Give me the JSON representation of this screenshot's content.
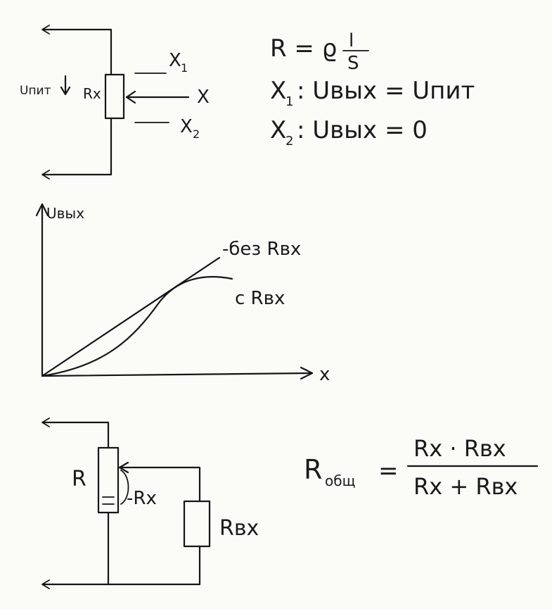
{
  "top": {
    "supply_label": "Uпит",
    "rx_label": "Rx",
    "x1_label": "X",
    "x1_sub": "1",
    "x_label": "X",
    "x2_label": "X",
    "x2_sub": "2",
    "formula_r": "R = ϱ",
    "formula_l": "l",
    "formula_s": "S",
    "cond1_x": "X",
    "cond1_sub": "1",
    "cond1_text": ": Uвых = Uпит",
    "cond2_x": "X",
    "cond2_sub": "2",
    "cond2_text": ": Uвых = 0"
  },
  "graph": {
    "y_axis_label": "Uвых",
    "x_axis_label": "x",
    "curve1_label": "-без Rвх",
    "curve2_label": "с Rвх"
  },
  "bottom": {
    "r_label": "R",
    "rx_label": "-Rx",
    "rvx_label": "Rвх",
    "formula_lhs": "R",
    "formula_lhs_sub": "общ",
    "formula_eq": "=",
    "formula_num": "Rx · Rвх",
    "formula_den": "Rx + Rвх"
  }
}
